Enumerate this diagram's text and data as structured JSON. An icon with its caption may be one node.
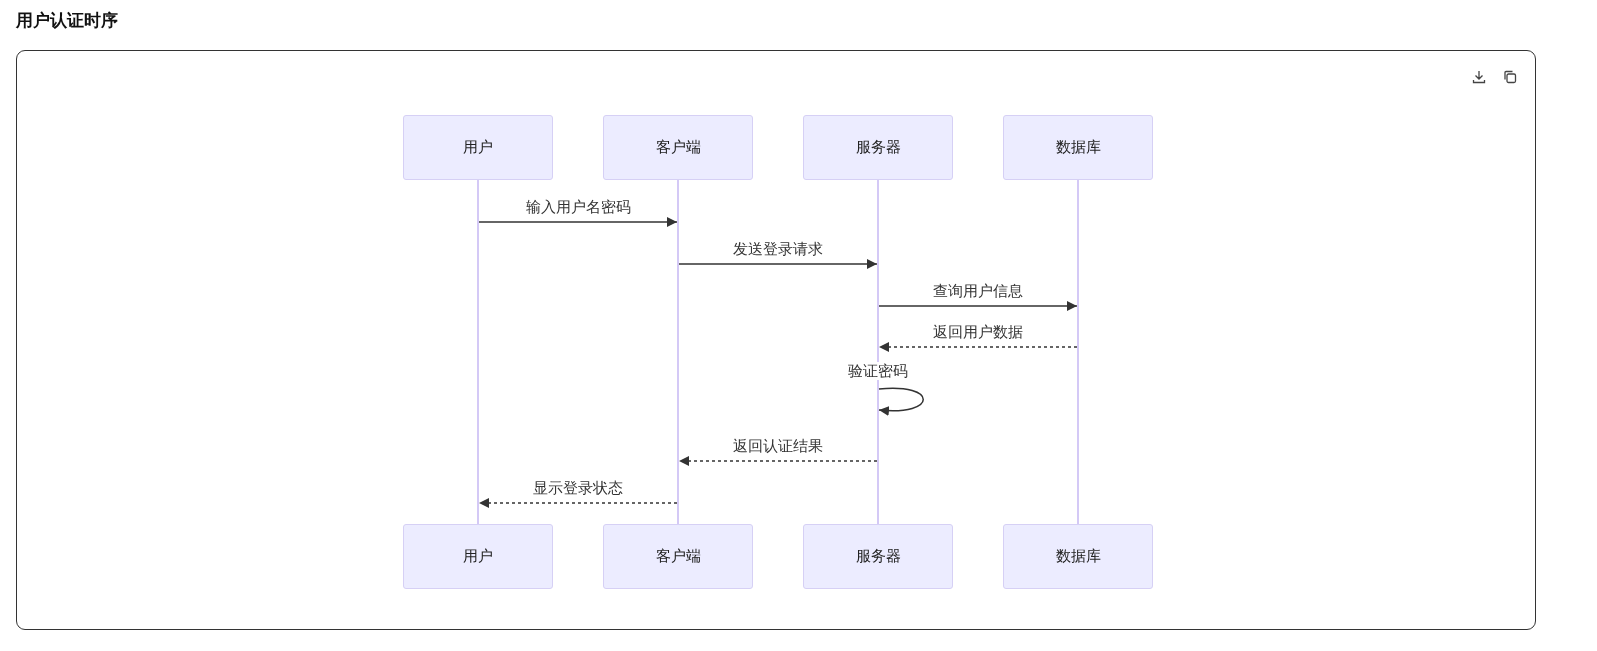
{
  "diagram": {
    "title": "用户认证时序",
    "nodes": [
      {
        "text": [
          "用户"
        ]
      },
      {
        "text": [
          "客户端"
        ]
      },
      {
        "text": [
          "服务器"
        ]
      },
      {
        "text": [
          "数据库"
        ]
      },
      {
        "text": [
          "用户"
        ]
      },
      {
        "text": [
          "客户端"
        ]
      },
      {
        "text": [
          "服务器"
        ]
      },
      {
        "text": [
          "数据库"
        ]
      }
    ],
    "edges": [
      {
        "from": 0,
        "to": 1,
        "arrow": "to",
        "label": "输入用户名密码"
      },
      {
        "from": 1,
        "to": 2,
        "arrow": "to",
        "label": "发送登录请求"
      },
      {
        "from": 2,
        "to": 3,
        "arrow": "to",
        "label": "查询用户信息"
      },
      {
        "from": 3,
        "to": 2,
        "arrow": "to",
        "label": "返回用户数据",
        "style": "dashed"
      },
      {
        "from": 2,
        "to": 2,
        "arrow": "to",
        "label": "验证密码"
      },
      {
        "from": 2,
        "to": 1,
        "arrow": "to",
        "label": "返回认证结果",
        "style": "dashed"
      },
      {
        "from": 1,
        "to": 0,
        "arrow": "to",
        "label": "显示登录状态",
        "style": "dashed"
      }
    ]
  }
}
